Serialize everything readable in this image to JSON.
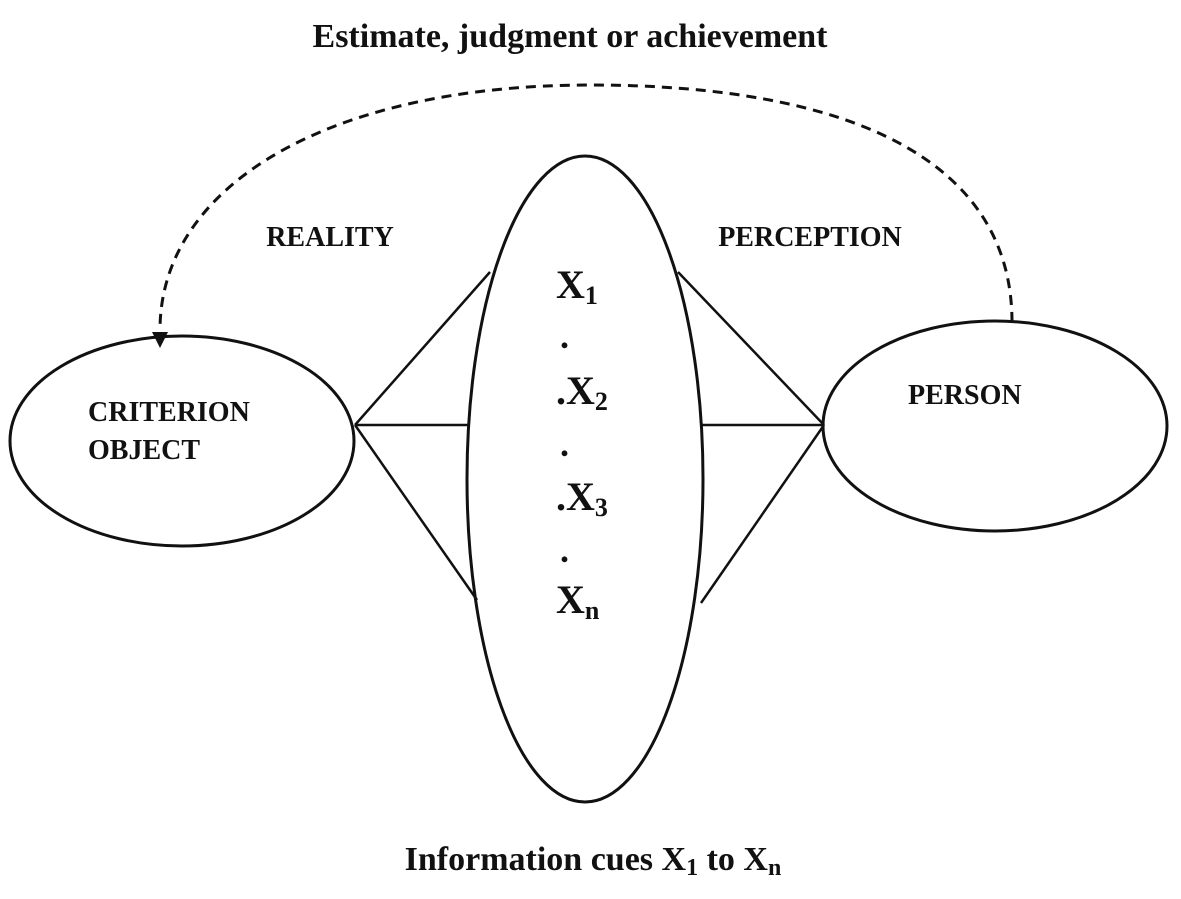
{
  "top_caption": "Estimate, judgment or achievement",
  "bottom_caption": {
    "prefix": "Information cues X",
    "sub1": "1",
    "middle": " to X",
    "sub2": "n"
  },
  "labels": {
    "reality": "REALITY",
    "perception": "PERCEPTION",
    "criterion_line1": "CRITERION",
    "criterion_line2": "OBJECT",
    "person": "PERSON"
  },
  "cues": [
    {
      "base": "X",
      "sub": "1"
    },
    {
      "dot_prefix": ".",
      "base": "X",
      "sub": "2"
    },
    {
      "dot_prefix": ".",
      "base": "X",
      "sub": "3"
    },
    {
      "base": "X",
      "sub": "n"
    }
  ],
  "dots": [
    ".",
    ".",
    "."
  ],
  "colors": {
    "ink": "#111111",
    "background": "#ffffff"
  }
}
